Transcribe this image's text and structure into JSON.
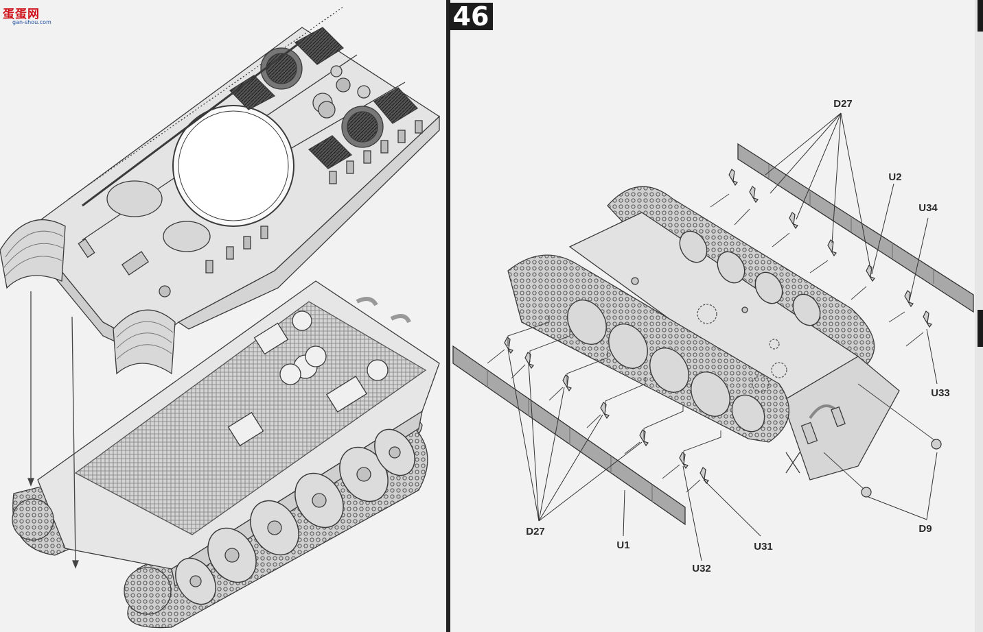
{
  "header": {
    "logo_text": "蛋蛋网",
    "logo_sub": "gan-shou.com",
    "step_number": "46"
  },
  "labels": {
    "d27_top": "D27",
    "u2": "U2",
    "u34": "U34",
    "u33": "U33",
    "d9": "D9",
    "d27_bottom": "D27",
    "u1": "U1",
    "u32": "U32",
    "u31": "U31"
  },
  "colors": {
    "line": "#3a3a3a",
    "fill_light": "#e4e4e4",
    "fill_mid": "#c9c9c9",
    "track": "#b8b8b8",
    "skirt": "#9a9a9a"
  }
}
